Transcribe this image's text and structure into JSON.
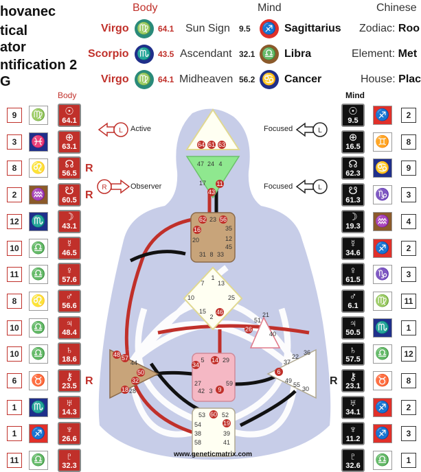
{
  "title_lines": [
    "hovanec",
    "tical",
    "ator",
    "ntification 2",
    "G"
  ],
  "header": {
    "body": "Body",
    "mind": "Mind",
    "chinese": "Chinese"
  },
  "rows": [
    {
      "body_sign": "Virgo",
      "body_deg": "64.1",
      "label": "Sun Sign",
      "mind_deg": "9.5",
      "mind_sign": "Sagittarius",
      "ch_label": "Zodiac:",
      "ch_val": "Roo"
    },
    {
      "body_sign": "Scorpio",
      "body_deg": "43.5",
      "label": "Ascendant",
      "mind_deg": "32.1",
      "mind_sign": "Libra",
      "ch_label": "Element:",
      "ch_val": "Met"
    },
    {
      "body_sign": "Virgo",
      "body_deg": "64.1",
      "label": "Midheaven",
      "mind_deg": "56.2",
      "mind_sign": "Cancer",
      "ch_label": "House:",
      "ch_val": "Plac"
    }
  ],
  "side_headers": {
    "left": "Body",
    "right": "Mind"
  },
  "annotations": {
    "active": "Active",
    "observer": "Observer",
    "focused_top": "Focused",
    "focused_mid": "Focused",
    "arrow_letter_l": "L",
    "arrow_letter_r": "R",
    "watermark": "www.geneticmatrix.com"
  },
  "left_col": [
    {
      "house": "9",
      "zodiac": "♍",
      "zbg": "#fff",
      "zfg": "#8b1a2b",
      "glyph": "☉",
      "val": "64.1",
      "retro": ""
    },
    {
      "house": "3",
      "zodiac": "♓",
      "zbg": "#1f2f8a",
      "zfg": "#fff",
      "glyph": "⊕",
      "val": "63.1",
      "retro": ""
    },
    {
      "house": "8",
      "zodiac": "♌",
      "zbg": "#fff",
      "zfg": "#c0302a",
      "glyph": "☊",
      "val": "56.5",
      "retro": "R"
    },
    {
      "house": "2",
      "zodiac": "♒",
      "zbg": "#8b5a2b",
      "zfg": "#fff",
      "glyph": "☋",
      "val": "60.5",
      "retro": "R"
    },
    {
      "house": "12",
      "zodiac": "♏",
      "zbg": "#1f2f8a",
      "zfg": "#fff",
      "glyph": "☽",
      "val": "43.1",
      "retro": ""
    },
    {
      "house": "10",
      "zodiac": "♎",
      "zbg": "#fff",
      "zfg": "#8b5a2b",
      "glyph": "☿",
      "val": "46.5",
      "retro": ""
    },
    {
      "house": "11",
      "zodiac": "♎",
      "zbg": "#fff",
      "zfg": "#8b5a2b",
      "glyph": "♀",
      "val": "57.6",
      "retro": ""
    },
    {
      "house": "8",
      "zodiac": "♌",
      "zbg": "#fff",
      "zfg": "#c0302a",
      "glyph": "♂",
      "val": "56.6",
      "retro": ""
    },
    {
      "house": "10",
      "zodiac": "♎",
      "zbg": "#fff",
      "zfg": "#8b5a2b",
      "glyph": "♃",
      "val": "48.4",
      "retro": ""
    },
    {
      "house": "10",
      "zodiac": "♎",
      "zbg": "#fff",
      "zfg": "#8b5a2b",
      "glyph": "♄",
      "val": "18.6",
      "retro": ""
    },
    {
      "house": "6",
      "zodiac": "♉",
      "zbg": "#fff",
      "zfg": "#2a7a6a",
      "glyph": "⚷",
      "val": "23.5",
      "retro": "R"
    },
    {
      "house": "1",
      "zodiac": "♏",
      "zbg": "#1f2f8a",
      "zfg": "#fff",
      "glyph": "♅",
      "val": "14.3",
      "retro": ""
    },
    {
      "house": "1",
      "zodiac": "♐",
      "zbg": "#e0302a",
      "zfg": "#fff",
      "glyph": "♆",
      "val": "26.6",
      "retro": ""
    },
    {
      "house": "11",
      "zodiac": "♎",
      "zbg": "#fff",
      "zfg": "#8b5a2b",
      "glyph": "♇",
      "val": "32.3",
      "retro": ""
    }
  ],
  "right_col": [
    {
      "house": "2",
      "zodiac": "♐",
      "zbg": "#e0302a",
      "zfg": "#fff",
      "glyph": "☉",
      "val": "9.5",
      "retro": ""
    },
    {
      "house": "8",
      "zodiac": "♊",
      "zbg": "#fff",
      "zfg": "#8b5a2b",
      "glyph": "⊕",
      "val": "16.5",
      "retro": ""
    },
    {
      "house": "9",
      "zodiac": "♋",
      "zbg": "#1f2f8a",
      "zfg": "#fff",
      "glyph": "☊",
      "val": "62.3",
      "retro": ""
    },
    {
      "house": "3",
      "zodiac": "♑",
      "zbg": "#fff",
      "zfg": "#8b5a2b",
      "glyph": "☋",
      "val": "61.3",
      "retro": ""
    },
    {
      "house": "4",
      "zodiac": "♒",
      "zbg": "#8b5a2b",
      "zfg": "#fff",
      "glyph": "☽",
      "val": "19.3",
      "retro": ""
    },
    {
      "house": "2",
      "zodiac": "♐",
      "zbg": "#e0302a",
      "zfg": "#fff",
      "glyph": "☿",
      "val": "34.6",
      "retro": ""
    },
    {
      "house": "3",
      "zodiac": "♑",
      "zbg": "#fff",
      "zfg": "#8b5a2b",
      "glyph": "♀",
      "val": "61.5",
      "retro": ""
    },
    {
      "house": "11",
      "zodiac": "♍",
      "zbg": "#fff",
      "zfg": "#8b1a2b",
      "glyph": "♂",
      "val": "6.1",
      "retro": ""
    },
    {
      "house": "1",
      "zodiac": "♏",
      "zbg": "#1f2f8a",
      "zfg": "#fff",
      "glyph": "♃",
      "val": "50.5",
      "retro": ""
    },
    {
      "house": "12",
      "zodiac": "♎",
      "zbg": "#fff",
      "zfg": "#8b5a2b",
      "glyph": "♄",
      "val": "57.5",
      "retro": ""
    },
    {
      "house": "8",
      "zodiac": "♉",
      "zbg": "#fff",
      "zfg": "#2a7a6a",
      "glyph": "⚷",
      "val": "23.1",
      "retro": "R"
    },
    {
      "house": "2",
      "zodiac": "♐",
      "zbg": "#e0302a",
      "zfg": "#fff",
      "glyph": "♅",
      "val": "34.1",
      "retro": ""
    },
    {
      "house": "3",
      "zodiac": "♐",
      "zbg": "#e0302a",
      "zfg": "#fff",
      "glyph": "♆",
      "val": "11.2",
      "retro": ""
    },
    {
      "house": "1",
      "zodiac": "♎",
      "zbg": "#fff",
      "zfg": "#8b5a2b",
      "glyph": "♇",
      "val": "32.6",
      "retro": ""
    }
  ],
  "gates": {
    "head": [
      "64",
      "61",
      "63"
    ],
    "ajna": [
      "47",
      "24",
      "4",
      "17",
      "11",
      "43"
    ],
    "throat": [
      "62",
      "23",
      "56",
      "16",
      "35",
      "20",
      "12",
      "45",
      "31",
      "8",
      "33"
    ],
    "g": [
      "7",
      "1",
      "13",
      "10",
      "25",
      "15",
      "2",
      "46"
    ],
    "heart": [
      "21",
      "51",
      "26",
      "40"
    ],
    "spleen": [
      "48",
      "57",
      "44",
      "50",
      "32",
      "28",
      "18"
    ],
    "sacral": [
      "5",
      "14",
      "29",
      "34",
      "27",
      "42",
      "3",
      "9",
      "59"
    ],
    "solar": [
      "36",
      "37",
      "22",
      "6",
      "49",
      "55",
      "30"
    ],
    "root": [
      "53",
      "60",
      "52",
      "54",
      "19",
      "38",
      "39",
      "58",
      "41"
    ]
  },
  "colors": {
    "red": "#c0302a",
    "brown": "#b8916a",
    "green": "#7fe07f",
    "pink": "#f5b8c4",
    "yellow_outline": "#e8e0a0",
    "body_silhouette": "#c7cde8"
  }
}
